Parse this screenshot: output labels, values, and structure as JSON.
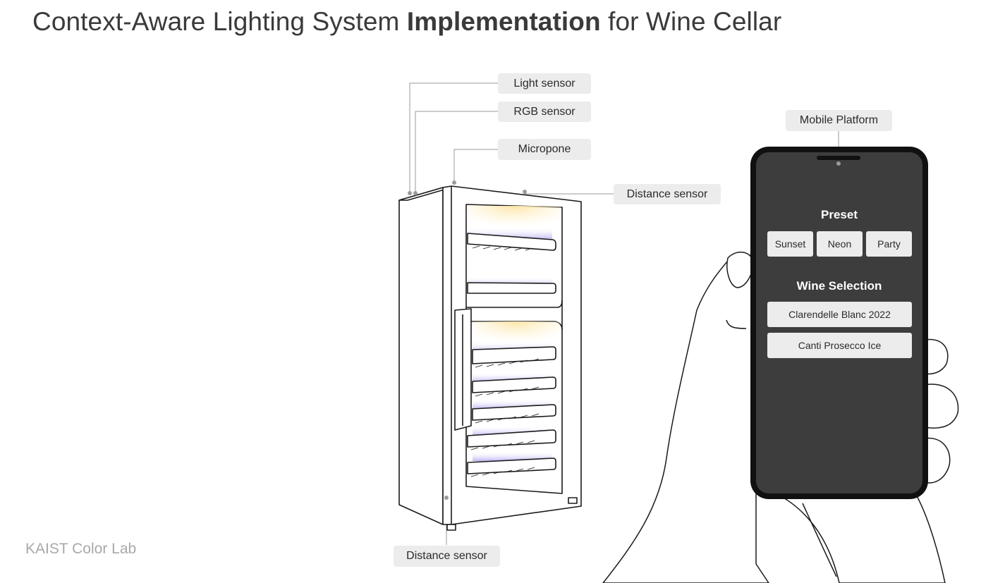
{
  "title": {
    "part1": "Context-Aware Lighting System ",
    "bold": "Implementation",
    "part2": " for Wine Cellar"
  },
  "credit": "KAIST Color Lab",
  "callouts": {
    "light_sensor": "Light sensor",
    "rgb_sensor": "RGB sensor",
    "microphone": "Micropone",
    "distance_sensor_top": "Distance sensor",
    "distance_sensor_bottom": "Distance sensor",
    "mobile_platform": "Mobile Platform"
  },
  "phone_app": {
    "preset_title": "Preset",
    "presets": [
      "Sunset",
      "Neon",
      "Party"
    ],
    "wine_title": "Wine Selection",
    "wines": [
      "Clarendelle Blanc 2022",
      "Canti Prosecco Ice"
    ]
  },
  "colors": {
    "phone_screen": "#3d3d3d",
    "phone_bezel": "#111111",
    "warm_light": "#fde9b0",
    "cool_light": "#b9b2f2",
    "callout_bg": "#ececec"
  }
}
